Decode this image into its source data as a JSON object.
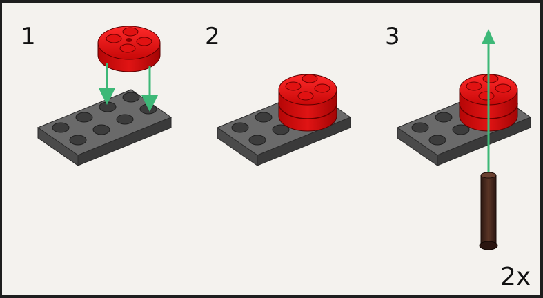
{
  "steps": [
    {
      "number": "1"
    },
    {
      "number": "2"
    },
    {
      "number": "3"
    }
  ],
  "quantity_label": "2x",
  "colors": {
    "background": "#f4f2ee",
    "border": "#1e1e1e",
    "plate_gray": "#5e5e5e",
    "round_plate_red": "#d40f0f",
    "arrow_green": "#3db877",
    "axle_brown": "#4a2b1f"
  }
}
